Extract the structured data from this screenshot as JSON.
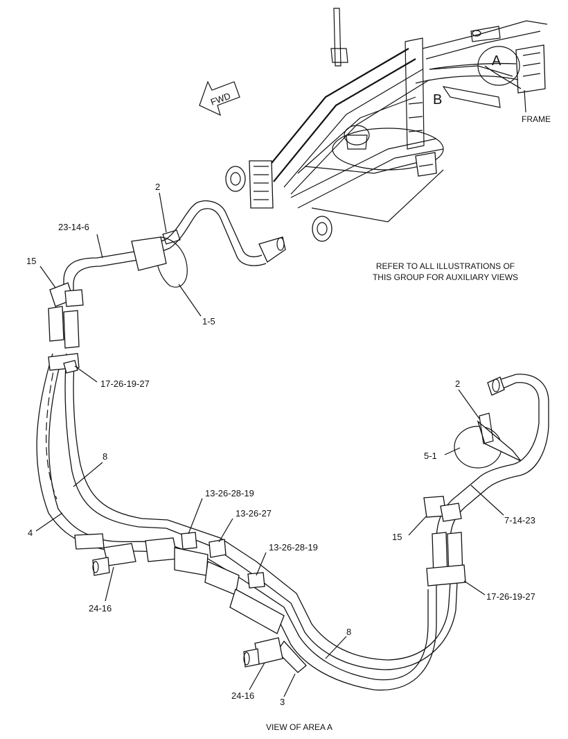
{
  "figure": {
    "caption": "VIEW OF AREA A",
    "note_line1": "REFER TO ALL ILLUSTRATIONS OF",
    "note_line2": "THIS GROUP FOR AUXILIARY VIEWS",
    "direction_label": "FWD",
    "frame_label": "FRAME",
    "area_labels": [
      "A",
      "B"
    ]
  },
  "callouts": [
    {
      "text": "2"
    },
    {
      "text": "23-14-6"
    },
    {
      "text": "15"
    },
    {
      "text": "1-5"
    },
    {
      "text": "17-26-19-27"
    },
    {
      "text": "8"
    },
    {
      "text": "4"
    },
    {
      "text": "24-16"
    },
    {
      "text": "13-26-28-19"
    },
    {
      "text": "13-26-27"
    },
    {
      "text": "13-26-28-19"
    },
    {
      "text": "8"
    },
    {
      "text": "24-16"
    },
    {
      "text": "3"
    },
    {
      "text": "2"
    },
    {
      "text": "5-1"
    },
    {
      "text": "7-14-23"
    },
    {
      "text": "15"
    },
    {
      "text": "17-26-19-27"
    }
  ]
}
